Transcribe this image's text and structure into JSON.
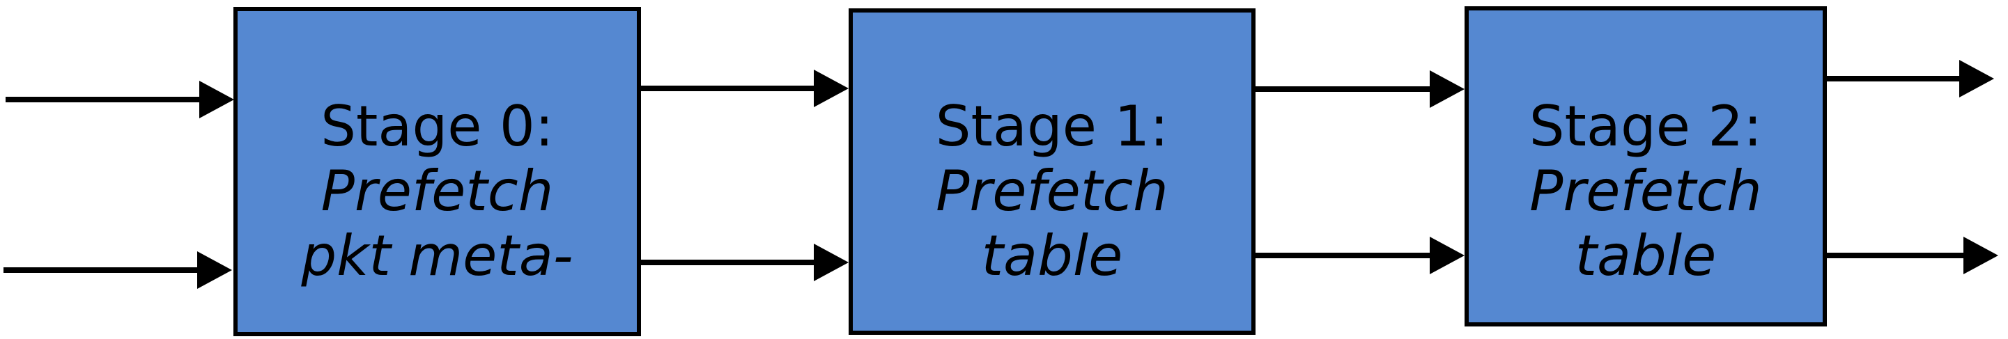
{
  "diagram": {
    "stages": [
      {
        "id": "stage-0",
        "line1": "Stage 0:",
        "line2": "Prefetch",
        "line3": "pkt meta-"
      },
      {
        "id": "stage-1",
        "line1": "Stage 1:",
        "line2": "Prefetch",
        "line3": "table"
      },
      {
        "id": "stage-2",
        "line1": "Stage 2:",
        "line2": "Prefetch",
        "line3": "table"
      }
    ],
    "connections": [
      {
        "from": "external-input",
        "to": "stage-0",
        "position": "top"
      },
      {
        "from": "external-input",
        "to": "stage-0",
        "position": "bottom"
      },
      {
        "from": "stage-0",
        "to": "stage-1",
        "position": "top"
      },
      {
        "from": "stage-0",
        "to": "stage-1",
        "position": "bottom"
      },
      {
        "from": "stage-1",
        "to": "stage-2",
        "position": "top"
      },
      {
        "from": "stage-1",
        "to": "stage-2",
        "position": "bottom"
      },
      {
        "from": "stage-2",
        "to": "external-output",
        "position": "top"
      },
      {
        "from": "stage-2",
        "to": "external-output",
        "position": "bottom"
      }
    ],
    "colors": {
      "box_fill": "#5588D1",
      "box_border": "#000000",
      "arrow": "#000000",
      "background": "#FFFFFF",
      "text": "#000000"
    }
  }
}
